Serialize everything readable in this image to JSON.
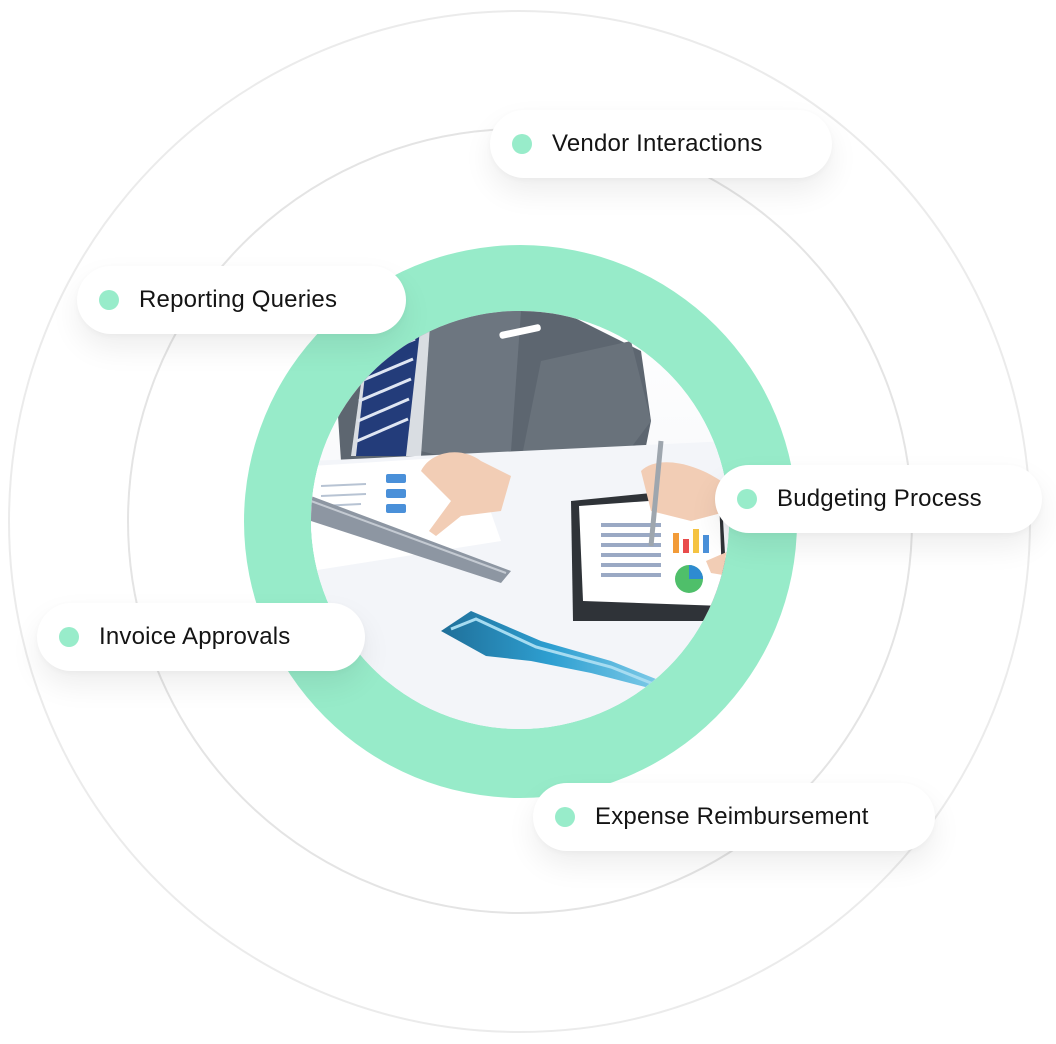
{
  "colors": {
    "accent": "#97ebc9",
    "dot": "#98ecca",
    "ring_line": "#e8e8e8",
    "text": "#141414"
  },
  "center_image": {
    "alt": "Business people reviewing financial charts and documents at a desk"
  },
  "labels": [
    {
      "id": "vendor",
      "text": "Vendor Interactions",
      "icon": "dot-icon"
    },
    {
      "id": "reporting",
      "text": "Reporting Queries",
      "icon": "dot-icon"
    },
    {
      "id": "budgeting",
      "text": "Budgeting Process",
      "icon": "dot-icon"
    },
    {
      "id": "invoice",
      "text": "Invoice Approvals",
      "icon": "dot-icon"
    },
    {
      "id": "expense",
      "text": "Expense Reimbursement",
      "icon": "dot-icon"
    }
  ]
}
